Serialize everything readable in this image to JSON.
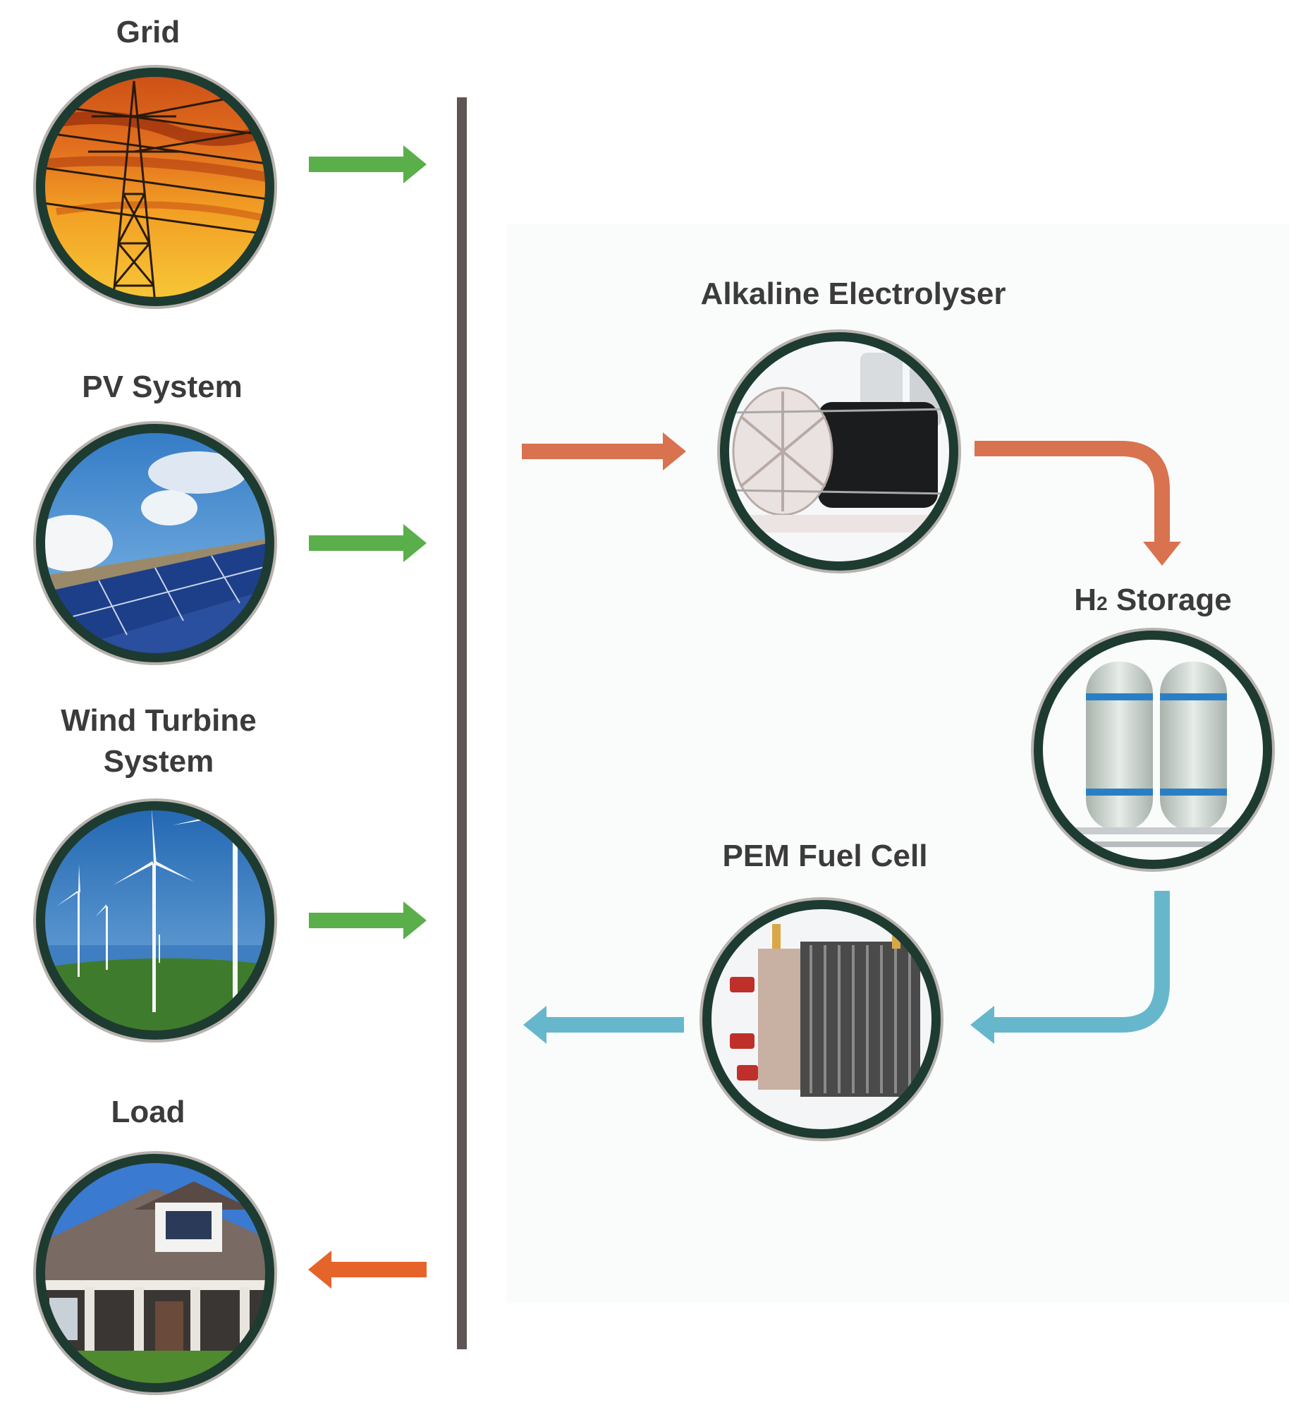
{
  "diagram": {
    "sources": [
      {
        "id": "grid",
        "label": "Grid",
        "icon": "power-pylon-sunset-icon"
      },
      {
        "id": "pv",
        "label": "PV System",
        "icon": "solar-panels-icon"
      },
      {
        "id": "wind",
        "label_line1": "Wind Turbine",
        "label_line2": "System",
        "icon": "wind-turbines-icon"
      },
      {
        "id": "load",
        "label": "Load",
        "icon": "house-icon"
      }
    ],
    "hydrogen": {
      "electrolyser": {
        "label": "Alkaline Electrolyser",
        "icon": "electrolyser-icon"
      },
      "storage": {
        "label_main": "H",
        "label_sub": "2",
        "label_rest": " Storage",
        "icon": "hydrogen-tanks-icon"
      },
      "fuel_cell": {
        "label": "PEM Fuel Cell",
        "icon": "fuel-cell-stack-icon"
      }
    },
    "colors": {
      "green": "#5aaf4a",
      "orange": "#d9724e",
      "load_orange": "#e5642a",
      "blue": "#67b7cc",
      "bus": "#5f5553",
      "ring": "#1d3b31"
    }
  }
}
